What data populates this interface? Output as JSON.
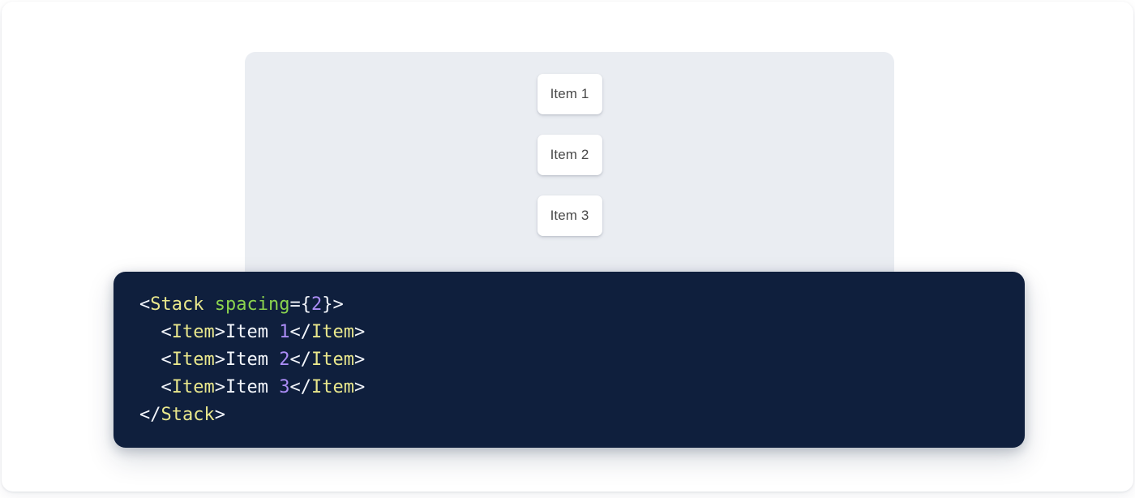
{
  "colors": {
    "page_background": "#ffffff",
    "preview_panel": "#eaedf2",
    "code_background": "#0f1f3d",
    "code_default_text": "#f2f5fb",
    "token_tag": "#e9e78c",
    "token_attribute": "#8ad34e",
    "token_number": "#ab8cf5",
    "item_background": "#ffffff",
    "item_text": "#4a4a4a"
  },
  "preview": {
    "component": "Stack",
    "spacing": "2",
    "items": [
      {
        "label": "Item 1"
      },
      {
        "label": "Item 2"
      },
      {
        "label": "Item 3"
      }
    ]
  },
  "code": {
    "language": "jsx",
    "lines": [
      {
        "indent": "",
        "tokens": [
          {
            "type": "punct",
            "text": "<"
          },
          {
            "type": "tag",
            "text": "Stack"
          },
          {
            "type": "punct",
            "text": " "
          },
          {
            "type": "attr",
            "text": "spacing"
          },
          {
            "type": "punct",
            "text": "={"
          },
          {
            "type": "num",
            "text": "2"
          },
          {
            "type": "punct",
            "text": "}>"
          }
        ]
      },
      {
        "indent": "  ",
        "tokens": [
          {
            "type": "punct",
            "text": "<"
          },
          {
            "type": "tag",
            "text": "Item"
          },
          {
            "type": "punct",
            "text": ">"
          },
          {
            "type": "text",
            "text": "Item "
          },
          {
            "type": "num",
            "text": "1"
          },
          {
            "type": "punct",
            "text": "</"
          },
          {
            "type": "tag",
            "text": "Item"
          },
          {
            "type": "punct",
            "text": ">"
          }
        ]
      },
      {
        "indent": "  ",
        "tokens": [
          {
            "type": "punct",
            "text": "<"
          },
          {
            "type": "tag",
            "text": "Item"
          },
          {
            "type": "punct",
            "text": ">"
          },
          {
            "type": "text",
            "text": "Item "
          },
          {
            "type": "num",
            "text": "2"
          },
          {
            "type": "punct",
            "text": "</"
          },
          {
            "type": "tag",
            "text": "Item"
          },
          {
            "type": "punct",
            "text": ">"
          }
        ]
      },
      {
        "indent": "  ",
        "tokens": [
          {
            "type": "punct",
            "text": "<"
          },
          {
            "type": "tag",
            "text": "Item"
          },
          {
            "type": "punct",
            "text": ">"
          },
          {
            "type": "text",
            "text": "Item "
          },
          {
            "type": "num",
            "text": "3"
          },
          {
            "type": "punct",
            "text": "</"
          },
          {
            "type": "tag",
            "text": "Item"
          },
          {
            "type": "punct",
            "text": ">"
          }
        ]
      },
      {
        "indent": "",
        "tokens": [
          {
            "type": "punct",
            "text": "</"
          },
          {
            "type": "tag",
            "text": "Stack"
          },
          {
            "type": "punct",
            "text": ">"
          }
        ]
      }
    ]
  }
}
